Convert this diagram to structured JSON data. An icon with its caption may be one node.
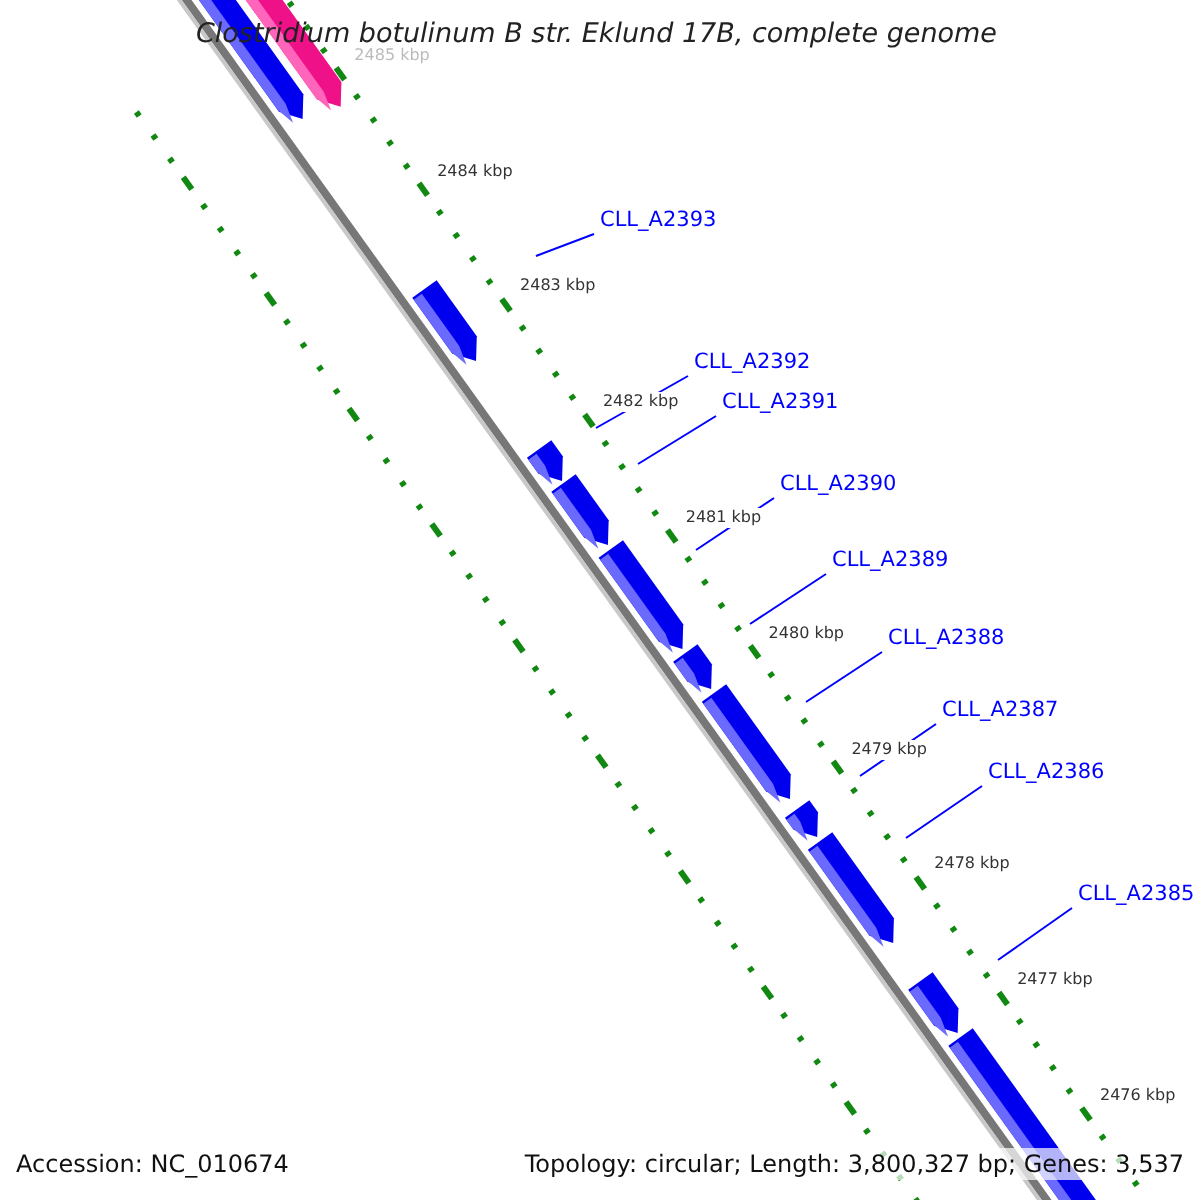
{
  "diagram": {
    "title": "Clostridium botulinum B str. Eklund 17B, complete genome",
    "nodes": [
      {
        "text": [
          "CLL_A2393"
        ]
      },
      {
        "text": [
          "CLL_A2392"
        ]
      },
      {
        "text": [
          "CLL_A2391"
        ]
      },
      {
        "text": [
          "CLL_A2390"
        ]
      },
      {
        "text": [
          "CLL_A2389"
        ]
      },
      {
        "text": [
          "CLL_A2388"
        ]
      },
      {
        "text": [
          "CLL_A2387"
        ]
      },
      {
        "text": [
          "CLL_A2386"
        ]
      },
      {
        "text": [
          "CLL_A2385"
        ]
      }
    ],
    "edges": [
      {
        "from": 0,
        "to": null,
        "arrow": "none"
      },
      {
        "from": 1,
        "to": null,
        "arrow": "none"
      },
      {
        "from": 2,
        "to": null,
        "arrow": "none"
      },
      {
        "from": 3,
        "to": null,
        "arrow": "none"
      },
      {
        "from": 4,
        "to": null,
        "arrow": "none"
      },
      {
        "from": 5,
        "to": null,
        "arrow": "none"
      },
      {
        "from": 6,
        "to": null,
        "arrow": "none"
      },
      {
        "from": 7,
        "to": null,
        "arrow": "none"
      },
      {
        "from": 8,
        "to": null,
        "arrow": "none"
      }
    ],
    "labels": [
      "2485 kbp",
      "2484 kbp",
      "2483 kbp",
      "2482 kbp",
      "2481 kbp",
      "2480 kbp",
      "2479 kbp",
      "2478 kbp",
      "2477 kbp",
      "2476 kbp",
      "Accession: NC_010674",
      "Topology: circular; Length: 3,800,327 bp; Genes: 3,537"
    ]
  }
}
